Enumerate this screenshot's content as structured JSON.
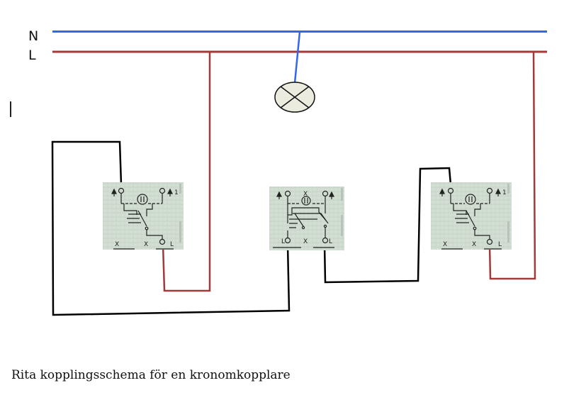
{
  "diagram": {
    "bus_labels": {
      "neutral": "N",
      "live": "L"
    },
    "colors": {
      "neutral_wire": "#3366ee",
      "live_wire": "#a33a3a",
      "switch_wire": "#000000",
      "switch_plate": "#ccdccc",
      "lamp_fill": "#ecebe0"
    },
    "lamp": {
      "icon": "lamp-cross-icon"
    },
    "switches": [
      {
        "name": "stair-switch-left",
        "type": "trapp (3-way)",
        "labels": {
          "top_right_number": "1",
          "bottom": [
            "X",
            "X",
            "L"
          ]
        }
      },
      {
        "name": "intermediate-switch-center",
        "type": "kron (4-way)",
        "labels": {
          "top_middle": "X",
          "bottom": [
            "L",
            "X",
            "L"
          ]
        }
      },
      {
        "name": "stair-switch-right",
        "type": "trapp (3-way)",
        "labels": {
          "top_right_number": "1",
          "bottom": [
            "X",
            "X",
            "L"
          ]
        }
      }
    ]
  },
  "caption": "Rita kopplingsschema för en kronomkopplare"
}
